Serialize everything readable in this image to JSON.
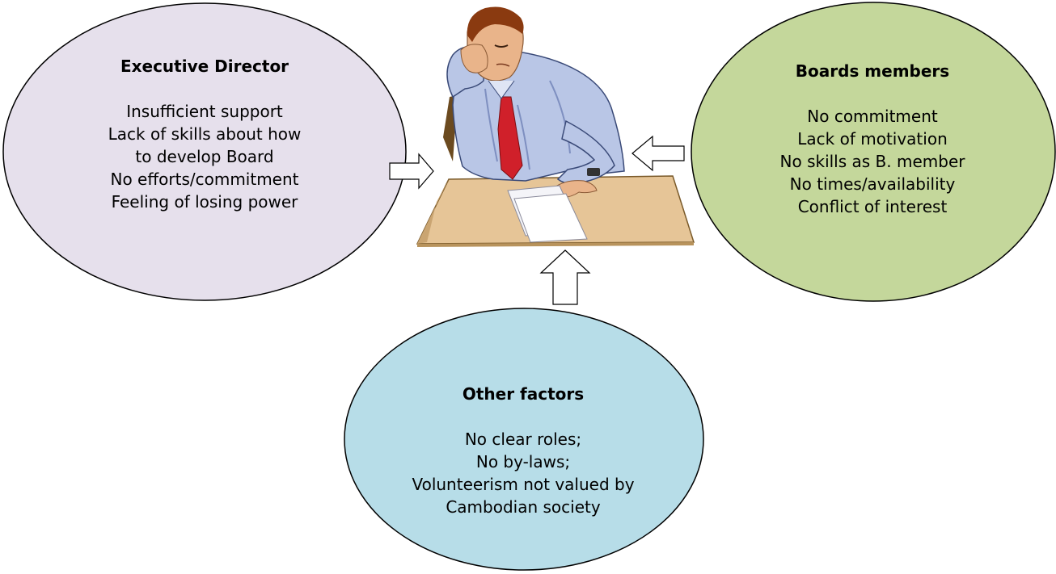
{
  "colors": {
    "executive_fill": "#e6e0ec",
    "boards_fill": "#c4d79b",
    "other_fill": "#b7dde8",
    "outline": "#000000",
    "arrow_fill": "#ffffff"
  },
  "executive": {
    "title": "Executive Director",
    "lines": [
      "Insufficient support",
      "Lack of skills about how",
      "to develop Board",
      "No efforts/commitment",
      "Feeling of losing power"
    ]
  },
  "boards": {
    "title": "Boards members",
    "lines": [
      "No commitment",
      "Lack of motivation",
      "No skills as B. member",
      "No times/availability",
      "Conflict of interest"
    ]
  },
  "other": {
    "title": "Other factors",
    "lines": [
      "No clear roles;",
      "No by-laws;",
      "Volunteerism not valued by",
      "Cambodian society"
    ]
  },
  "illustration": {
    "icon": "stressed-man-at-desk-icon"
  },
  "arrows": {
    "left_icon": "arrow-right-icon",
    "right_icon": "arrow-left-icon",
    "bottom_icon": "arrow-up-icon"
  }
}
